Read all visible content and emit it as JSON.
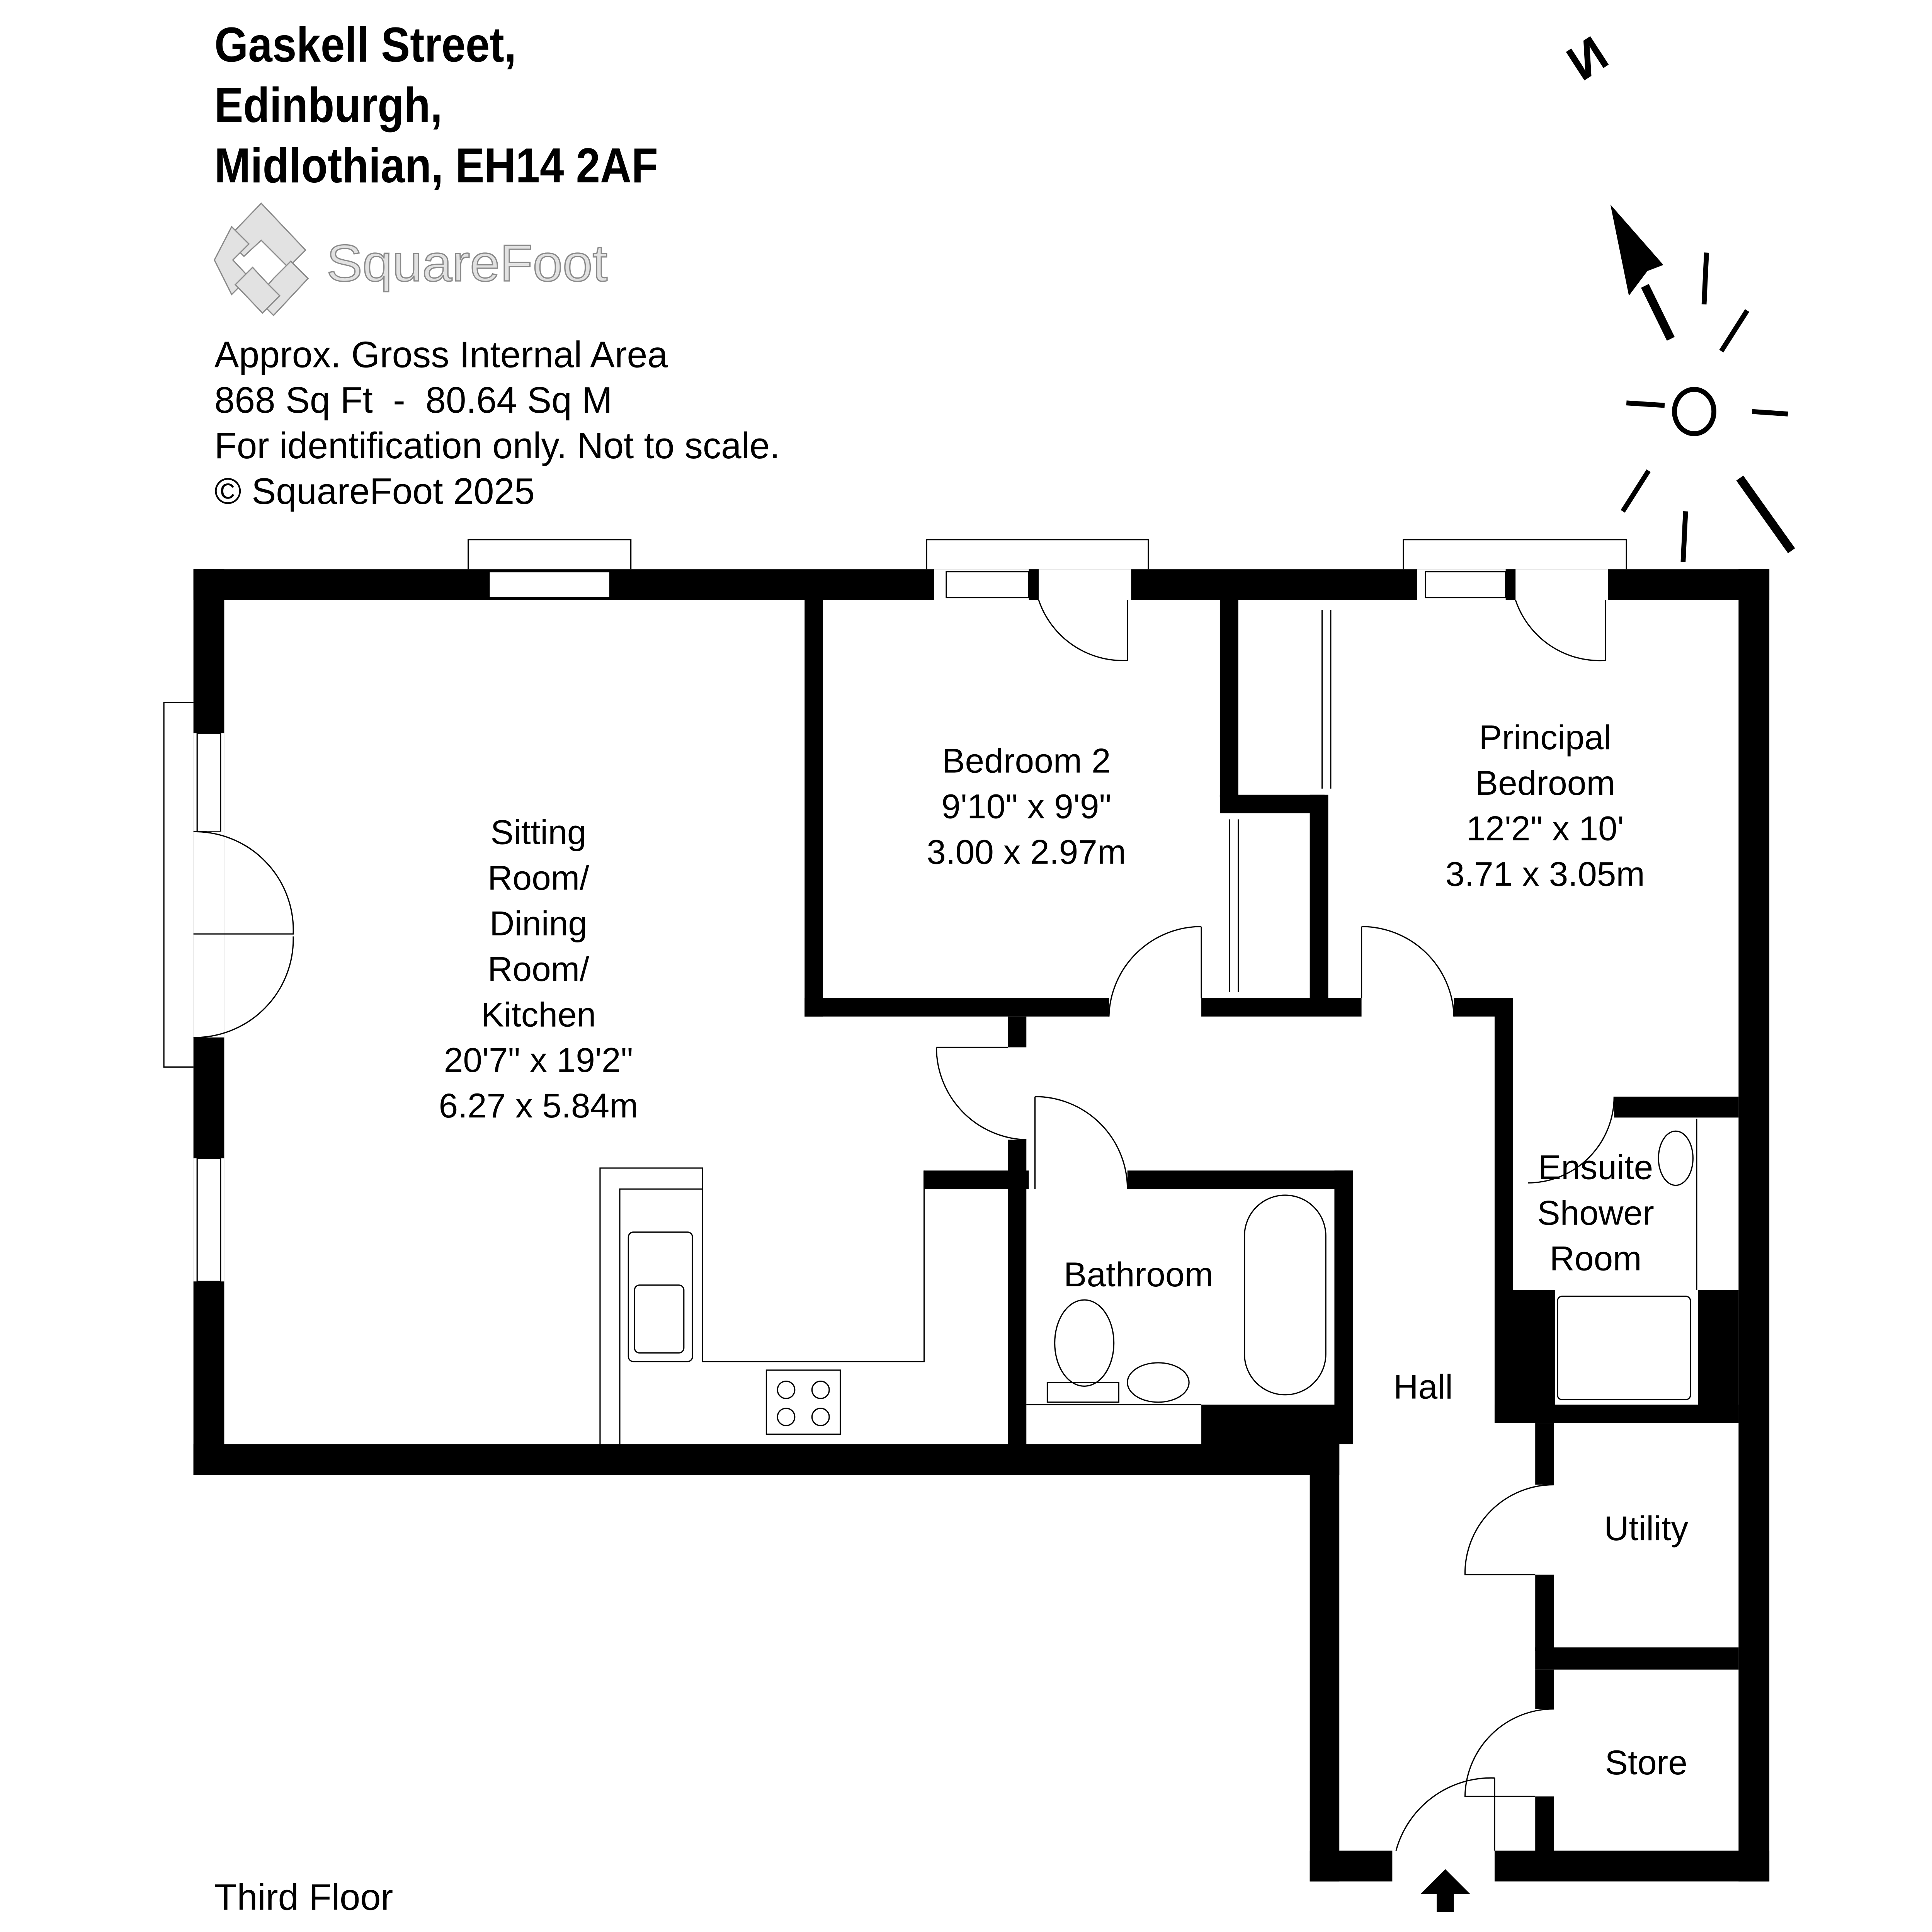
{
  "header": {
    "address_lines": [
      "Gaskell Street,",
      "Edinburgh,",
      "Midlothian, EH14 2AF"
    ],
    "logo_text": "SquareFoot",
    "info_lines": [
      "Approx. Gross Internal Area",
      "868 Sq Ft  -  80.64 Sq M",
      "For identification only. Not to scale.",
      "© SquareFoot 2025"
    ]
  },
  "compass": {
    "label": "N"
  },
  "rooms": {
    "sitting": {
      "lines": [
        "Sitting",
        "Room/",
        "Dining",
        "Room/",
        "Kitchen"
      ],
      "imperial": "20'7\" x 19'2\"",
      "metric": "6.27 x 5.84m"
    },
    "bedroom2": {
      "lines": [
        "Bedroom 2"
      ],
      "imperial": "9'10\" x 9'9\"",
      "metric": "3.00 x 2.97m"
    },
    "principal": {
      "lines": [
        "Principal",
        "Bedroom"
      ],
      "imperial": "12'2\" x 10'",
      "metric": "3.71 x 3.05m"
    },
    "ensuite": {
      "lines": [
        "Ensuite",
        "Shower",
        "Room"
      ]
    },
    "bathroom": {
      "label": "Bathroom"
    },
    "hall": {
      "label": "Hall"
    },
    "utility": {
      "label": "Utility"
    },
    "store": {
      "label": "Store"
    }
  },
  "floor_label": "Third Floor",
  "colors": {
    "wall": "#000000",
    "logo_fill": "#e2e2e2",
    "logo_stroke": "#8a8a8a"
  }
}
